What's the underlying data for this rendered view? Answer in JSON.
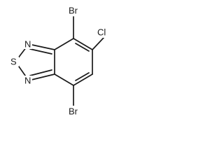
{
  "molecule": {
    "atoms": {
      "br_top": "Br",
      "cl": "Cl",
      "br_bottom": "Br",
      "n_top": "N",
      "s": "S",
      "n_bottom": "N"
    }
  },
  "colors": {
    "bond": "#1a1a1a",
    "label": "#1a1a1a",
    "background": "#ffffff"
  }
}
